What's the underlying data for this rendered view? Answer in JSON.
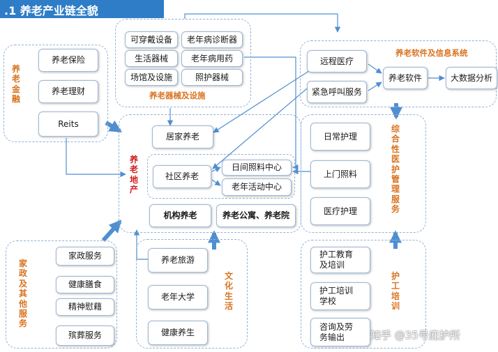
{
  "header": {
    "title": ".1  养老产业链全貌"
  },
  "finance": {
    "label": "养老金融",
    "items": [
      "养老保险",
      "养老理财",
      "Reits"
    ]
  },
  "equipment": {
    "label": "养老器械及设施",
    "items": [
      "可穿戴设备",
      "老年病诊断器",
      "生活器械",
      "老年病用药",
      "场馆及设施",
      "照护器械"
    ]
  },
  "software": {
    "label": "养老软件及信息系统",
    "items": [
      "远程医疗",
      "紧急呼叫服务",
      "养老软件",
      "大数据分析"
    ]
  },
  "realestate": {
    "label": "养老地产",
    "home": "居家养老",
    "community": "社区养老",
    "day_care": "日间照料中心",
    "activity": "老年活动中心",
    "institution": "机构养老",
    "apartment": "养老公寓、养老院"
  },
  "medical": {
    "label": "综合性医护管理服务",
    "items": [
      "日常护理",
      "上门照料",
      "医疗护理"
    ]
  },
  "housekeeping": {
    "label": "家政及其他服务",
    "items": [
      "家政服务",
      "健康膳食",
      "精神慰藉",
      "殡葬服务"
    ]
  },
  "culture": {
    "label": "文化生活",
    "items": [
      "养老旅游",
      "老年大学",
      "健康养生"
    ]
  },
  "training": {
    "label": "护工培训",
    "items": [
      "护工教育\n及培训",
      "护工培训\n学校",
      "咨询及劳\n务输出"
    ]
  },
  "watermark": "知乎 @35号庇护所",
  "colors": {
    "header_bg": "#2f7dc7",
    "label_orange": "#d9731f",
    "label_red": "#d11d1d",
    "arrow_blue": "#4f8fd0",
    "dashed_border": "#8fb2d8"
  }
}
